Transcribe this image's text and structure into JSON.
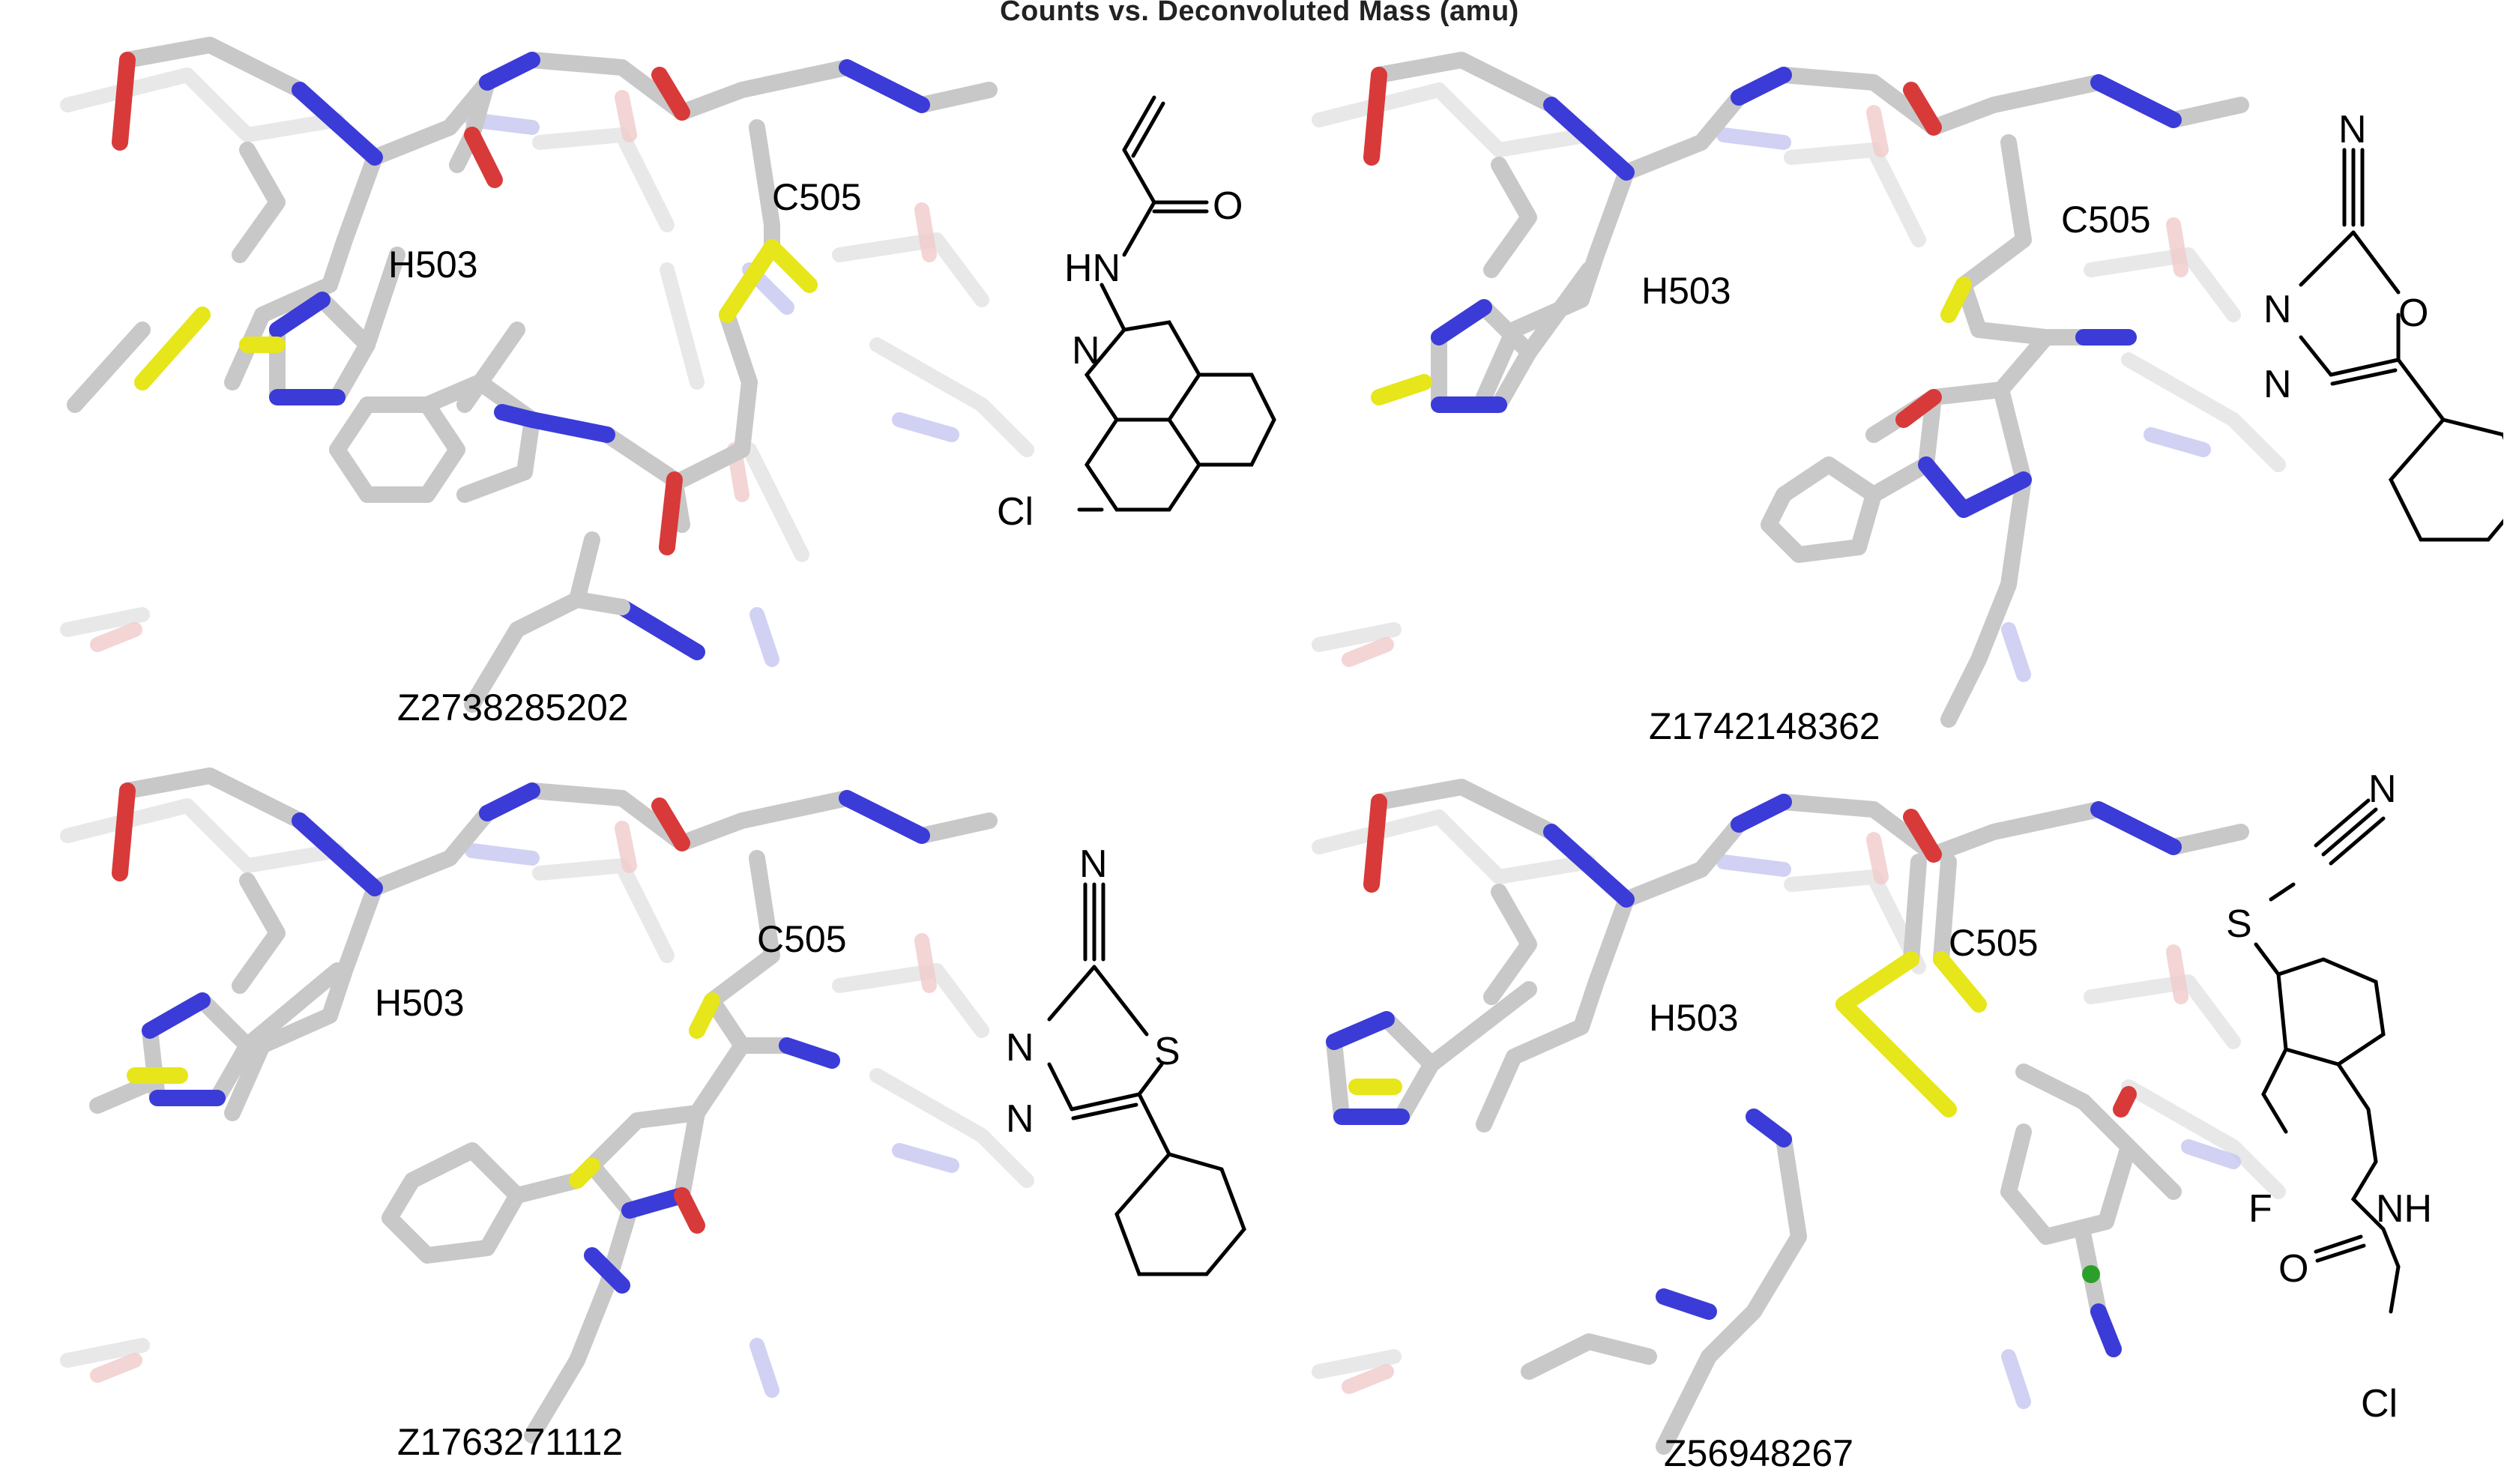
{
  "header": {
    "title": "Counts vs. Deconvoluted Mass (amu)"
  },
  "colors": {
    "carbon": "#cfcfcf",
    "nitrogen": "#3b3bd8",
    "oxygen": "#d83a3a",
    "sulfur": "#e6e61a",
    "chlorine": "#2aa02a"
  },
  "panels": [
    {
      "id": "Z2738285202",
      "residue_his": "H503",
      "residue_cys": "C505",
      "structure": {
        "atoms": [
          "HN",
          "N",
          "O",
          "Cl"
        ]
      }
    },
    {
      "id": "Z1742148362",
      "residue_his": "H503",
      "residue_cys": "C505",
      "structure": {
        "atoms": [
          "N",
          "N",
          "N",
          "O"
        ]
      }
    },
    {
      "id": "Z1763271112",
      "residue_his": "H503",
      "residue_cys": "C505",
      "structure": {
        "atoms": [
          "N",
          "N",
          "N",
          "S"
        ]
      }
    },
    {
      "id": "Z56948267",
      "residue_his": "H503",
      "residue_cys": "C505",
      "structure": {
        "atoms": [
          "N",
          "S",
          "F",
          "NH",
          "O",
          "Cl"
        ]
      }
    }
  ]
}
